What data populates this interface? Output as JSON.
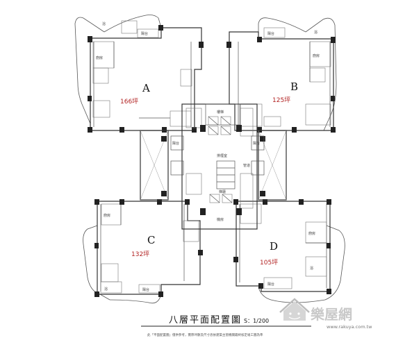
{
  "plan": {
    "title": "八層平面配置圖",
    "scale": "S：1/200",
    "footnote": "此「平面配置圖」僅供參考，實際坪數及尺寸悉依建築主管機關最終核定竣工圖為準"
  },
  "units": [
    {
      "letter": "A",
      "area": "166坪"
    },
    {
      "letter": "B",
      "area": "125坪"
    },
    {
      "letter": "C",
      "area": "132坪"
    },
    {
      "letter": "D",
      "area": "105坪"
    }
  ],
  "labels": {
    "balcony": "陽台",
    "bath": "浴",
    "kitchen": "廚房",
    "elevator_hall": "梯廳",
    "fire_lobby": "排煙室",
    "stair": "樓梯",
    "shaft": "管道",
    "utility": "機房"
  },
  "watermark": {
    "brand": "樂屋網",
    "url": "www.rakuya.com.tw"
  }
}
